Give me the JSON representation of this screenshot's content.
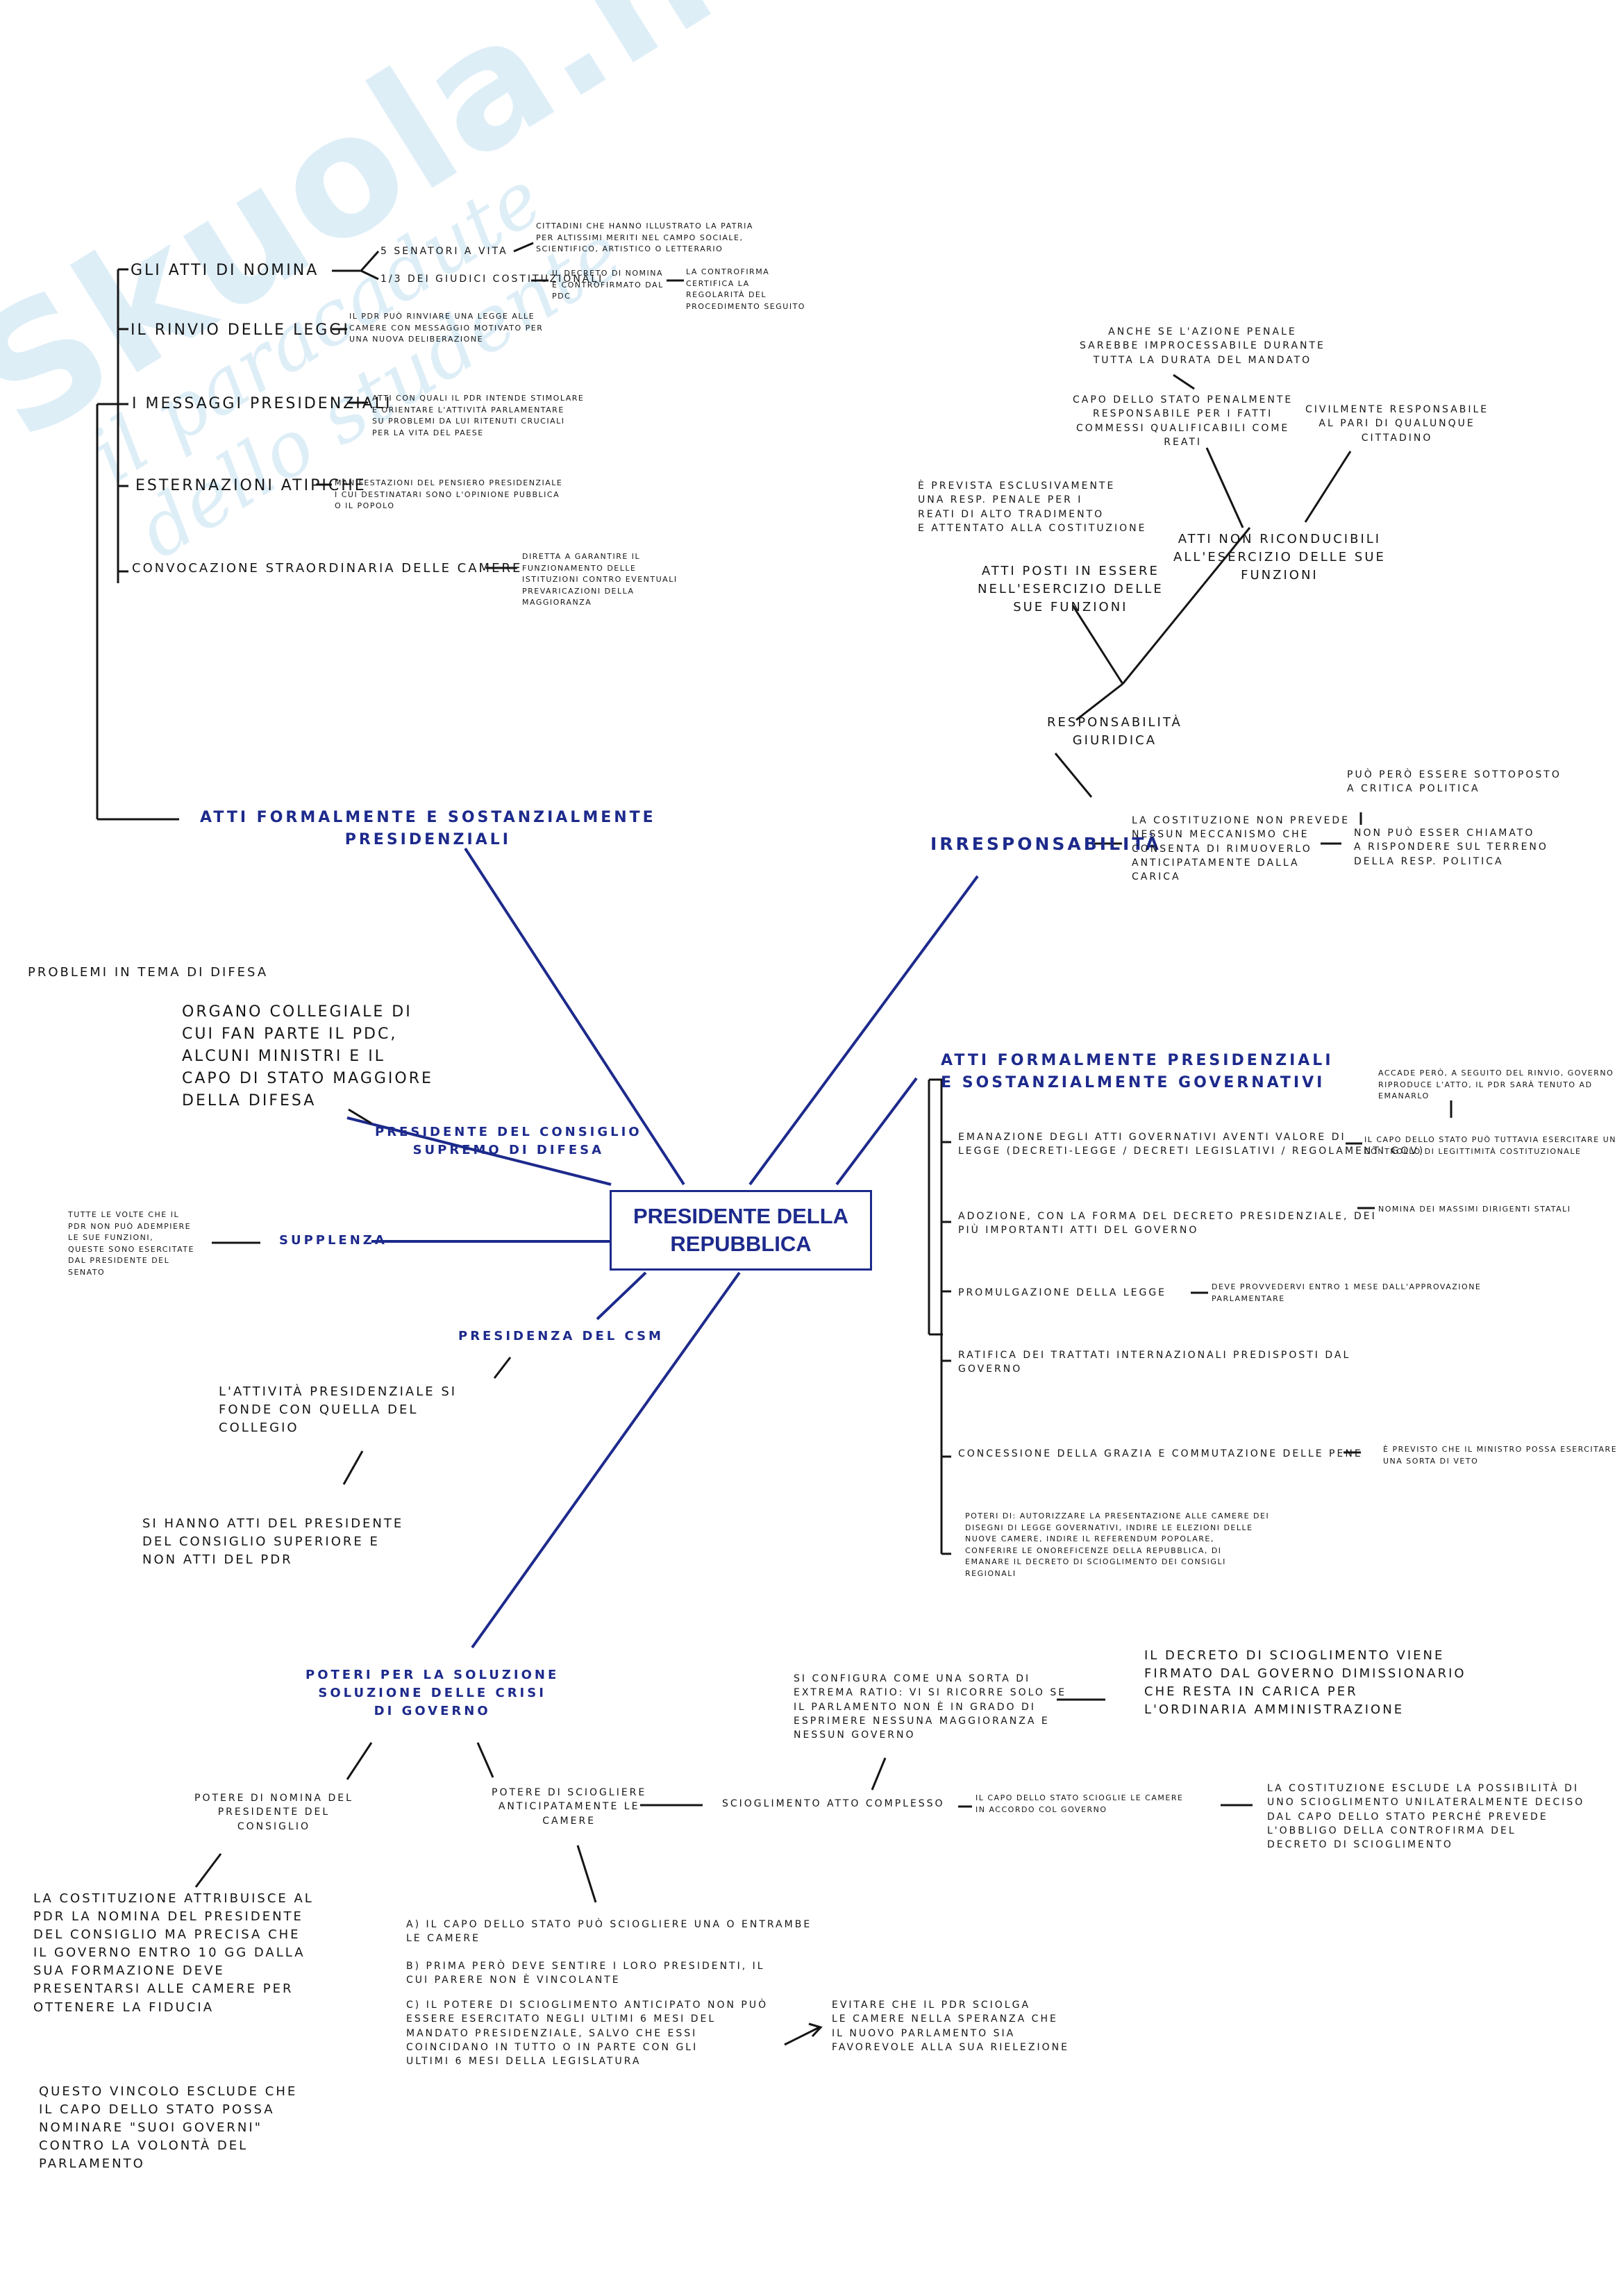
{
  "watermark": {
    "brand": "Skuola.net",
    "tagline": "il paracadute dello studente"
  },
  "center": {
    "title": "PRESIDENTE DELLA\nREPUBBLICA"
  },
  "atti_presidenziali": {
    "heading": "ATTI FORMALMENTE E SOSTANZIALMENTE\nPRESIDENZIALI",
    "nomina": {
      "label": "GLI ATTI DI NOMINA",
      "senatori": "5 SENATORI A VITA",
      "senatori_note": "CITTADINI CHE HANNO ILLUSTRATO LA PATRIA\nPER ALTISSIMI MERITI NEL CAMPO SOCIALE,\nSCIENTIFICO, ARTISTICO O LETTERARIO",
      "giudici": "1/3 DEI GIUDICI COSTITUZIONALI",
      "giudici_note": "IL DECRETO DI NOMINA\nÈ CONTROFIRMATO DAL\nPDC",
      "giudici_note2": "LA CONTROFIRMA\nCERTIFICA LA\nREGOLARITÀ DEL\nPROCEDIMENTO SEGUITO"
    },
    "rinvio": {
      "label": "IL RINVIO DELLE LEGGI",
      "note": "IL PDR PUÒ RINVIARE UNA LEGGE ALLE\nCAMERE CON MESSAGGIO MOTIVATO PER\nUNA NUOVA DELIBERAZIONE"
    },
    "messaggi": {
      "label": "I MESSAGGI PRESIDENZIALI",
      "note": "ATTI CON QUALI IL PDR INTENDE STIMOLARE\nE ORIENTARE L'ATTIVITÀ PARLAMENTARE\nSU PROBLEMI DA LUI RITENUTI CRUCIALI\nPER LA VITA DEL PAESE"
    },
    "esternazioni": {
      "label": "ESTERNAZIONI ATIPICHE",
      "note": "MANIFESTAZIONI DEL PENSIERO PRESIDENZIALE\nI CUI DESTINATARI SONO L'OPINIONE PUBBLICA\nO IL POPOLO"
    },
    "convocazione": {
      "label": "CONVOCAZIONE STRAORDINARIA DELLE CAMERE",
      "note": "DIRETTA A GARANTIRE IL\nFUNZIONAMENTO DELLE\nISTITUZIONI CONTRO EVENTUALI\nPREVARICAZIONI DELLA\nMAGGIORANZA"
    }
  },
  "irresponsabilita": {
    "heading": "IRRESPONSABILITÀ",
    "costituzione": "LA COSTITUZIONE NON PREVEDE\nNESSUN MECCANISMO CHE\nCONSENTA DI RIMUOVERLO\nANTICIPATAMENTE DALLA\nCARICA",
    "critica": "PUÒ PERÒ ESSERE SOTTOPOSTO\nA CRITICA POLITICA",
    "non_chiamato": "NON PUÒ ESSER CHIAMATO\nA RISPONDERE SUL TERRENO\nDELLA RESP. POLITICA",
    "giuridica": "RESPONSABILITÀ\nGIURIDICA",
    "atti_posti": "ATTI POSTI IN ESSERE\nNELL'ESERCIZIO DELLE\nSUE FUNZIONI",
    "prevista": "È PREVISTA ESCLUSIVAMENTE\nUNA RESP. PENALE PER I\nREATI DI ALTO TRADIMENTO\nE ATTENTATO ALLA COSTITUZIONE",
    "atti_non": "ATTI NON RICONDUCIBILI\nALL'ESERCIZIO DELLE SUE\nFUNZIONI",
    "penalmente": "CAPO DELLO STATO PENALMENTE\nRESPONSABILE PER I FATTI\nCOMMESSI QUALIFICABILI COME\nREATI",
    "azione_penale": "ANCHE SE L'AZIONE PENALE\nSAREBBE IMPROCESSABILE DURANTE\nTUTTA LA DURATA DEL MANDATO",
    "civilmente": "CIVILMENTE RESPONSABILE\nAL PARI DI QUALUNQUE\nCITTADINO"
  },
  "atti_governativi": {
    "heading": "ATTI FORMALMENTE PRESIDENZIALI\nE SOSTANZIALMENTE GOVERNATIVI",
    "top_note": "ACCADE PERÒ, A SEGUITO DEL RINVIO, GOVERNO\nRIPRODUCE L'ATTO, IL PDR SARÀ TENUTO AD\nEMANARLO",
    "items": [
      {
        "text": "EMANAZIONE DEGLI ATTI GOVERNATIVI AVENTI VALORE DI\nLEGGE (DECRETI-LEGGE / DECRETI LEGISLATIVI / REGOLAMENTI GOV)",
        "note": "IL CAPO DELLO STATO PUÒ TUTTAVIA ESERCITARE UN\nCONTROLLO DI LEGITTIMITÀ COSTITUZIONALE"
      },
      {
        "text": "ADOZIONE, CON LA FORMA DEL DECRETO PRESIDENZIALE, DEI\nPIÙ IMPORTANTI ATTI DEL GOVERNO",
        "note": "NOMINA DEI MASSIMI DIRIGENTI STATALI"
      },
      {
        "text": "PROMULGAZIONE DELLA LEGGE",
        "note": "DEVE PROVVEDERVI ENTRO 1 MESE DALL'APPROVAZIONE\nPARLAMENTARE"
      },
      {
        "text": "RATIFICA DEI TRATTATI INTERNAZIONALI PREDISPOSTI DAL\nGOVERNO",
        "note": ""
      },
      {
        "text": "CONCESSIONE DELLA GRAZIA E COMMUTAZIONE DELLE PENE",
        "note": "È PREVISTO CHE IL MINISTRO POSSA ESERCITARE\nUNA SORTA DI VETO"
      },
      {
        "text": "POTERI DI: AUTORIZZARE LA PRESENTAZIONE ALLE CAMERE DEI\nDISEGNI DI LEGGE GOVERNATIVI, INDIRE LE ELEZIONI DELLE\nNUOVE CAMERE, INDIRE IL REFERENDUM POPOLARE,\nCONFERIRE LE ONOREFICENZE DELLA REPUBBLICA, DI\nEMANARE IL DECRETO DI SCIOGLIMENTO DEI CONSIGLI\nREGIONALI",
        "note": ""
      }
    ]
  },
  "difesa": {
    "problemi": "PROBLEMI IN TEMA DI DIFESA",
    "organo": "ORGANO COLLEGIALE DI\nCUI FAN PARTE IL PDC,\nALCUNI MINISTRI E IL\nCAPO DI STATO MAGGIORE\nDELLA DIFESA",
    "label": "PRESIDENTE DEL CONSIGLIO\nSUPREMO DI DIFESA"
  },
  "supplenza": {
    "label": "SUPPLENZA",
    "note": "TUTTE LE VOLTE CHE IL\nPDR NON PUÒ ADEMPIERE\nLE SUE FUNZIONI,\nQUESTE SONO ESERCITATE\nDAL PRESIDENTE DEL\nSENATO"
  },
  "csm": {
    "label": "PRESIDENZA DEL CSM",
    "fonde": "L'ATTIVITÀ PRESIDENZIALE SI\nFONDE CON QUELLA DEL\nCOLLEGIO",
    "atti": "SI HANNO ATTI DEL PRESIDENTE\nDEL CONSIGLIO SUPERIORE E\nNON ATTI DEL PDR"
  },
  "crisi": {
    "heading": "POTERI PER LA SOLUZIONE\nSOLUZIONE DELLE CRISI\nDI GOVERNO",
    "nomina": "POTERE DI NOMINA DEL\nPRESIDENTE DEL\nCONSIGLIO",
    "nomina_note": "LA COSTITUZIONE ATTRIBUISCE AL\nPDR LA NOMINA DEL PRESIDENTE\nDEL CONSIGLIO MA PRECISA CHE\nIL GOVERNO ENTRO 10 GG DALLA\nSUA FORMAZIONE DEVE\nPRESENTARSI ALLE CAMERE PER\nOTTENERE LA FIDUCIA",
    "vincolo": "QUESTO VINCOLO ESCLUDE CHE\nIL CAPO DELLO STATO POSSA\nNOMINARE \"SUOI GOVERNI\"\nCONTRO LA VOLONTÀ DEL\nPARLAMENTO",
    "sciogliere": "POTERE DI SCIOGLIERE\nANTICIPATAMENTE LE\nCAMERE",
    "scioglimento": "SCIOGLIMENTO ATTO COMPLESSO",
    "accordo": "IL CAPO DELLO STATO SCIOGLIE LE CAMERE\nIN ACCORDO COL GOVERNO",
    "esclude": "LA COSTITUZIONE ESCLUDE LA POSSIBILITÀ DI\nUNO SCIOGLIMENTO UNILATERALMENTE DECISO\nDAL CAPO DELLO STATO PERCHÉ PREVEDE\nL'OBBLIGO DELLA CONTROFIRMA DEL\nDECRETO DI SCIOGLIMENTO",
    "extrema": "SI CONFIGURA COME UNA SORTA DI\nEXTREMA RATIO: VI SI RICORRE SOLO SE\nIL PARLAMENTO NON È IN GRADO DI\nESPRIMERE NESSUNA MAGGIORANZA E\nNESSUN GOVERNO",
    "decreto": "IL DECRETO DI SCIOGLIMENTO VIENE\nFIRMATO DAL GOVERNO DIMISSIONARIO\nCHE RESTA IN CARICA PER\nL'ORDINARIA AMMINISTRAZIONE",
    "punto_a": "A) IL CAPO DELLO STATO PUÒ SCIOGLIERE UNA O ENTRAMBE\nLE CAMERE",
    "punto_b": "B) PRIMA PERÒ DEVE SENTIRE I LORO PRESIDENTI, IL\nCUI PARERE NON È VINCOLANTE",
    "punto_c": "C) IL POTERE DI SCIOGLIMENTO ANTICIPATO NON PUÒ\nESSERE ESERCITATO NEGLI ULTIMI 6 MESI DEL\nMANDATO PRESIDENZIALE, SALVO CHE ESSI\nCOINCIDANO IN TUTTO O IN PARTE CON GLI\nULTIMI 6 MESI DELLA LEGISLATURA",
    "evitare": "EVITARE CHE IL PDR SCIOLGA\nLE CAMERE NELLA SPERANZA CHE\nIL NUOVO PARLAMENTO SIA\nFAVOREVOLE ALLA SUA RIELEZIONE"
  },
  "colors": {
    "blue": "#1d2a8c",
    "ink": "#151515",
    "watermark": "#1e8fc8"
  }
}
